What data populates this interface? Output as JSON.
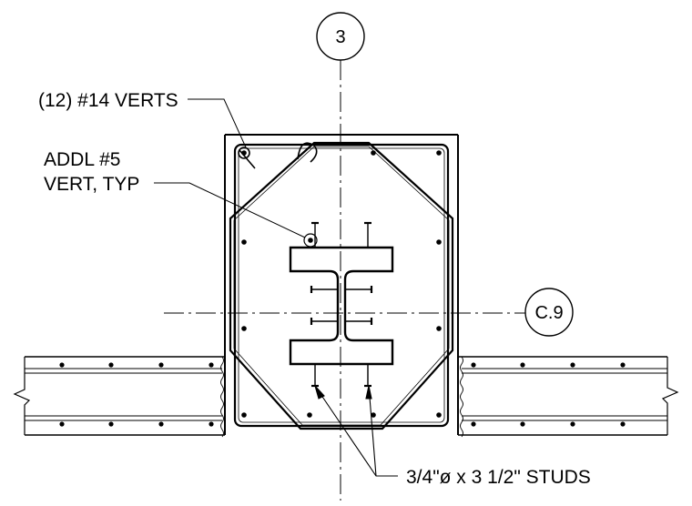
{
  "grid_bubbles": {
    "vertical": "3",
    "horizontal": "C.9"
  },
  "labels": {
    "verts": "(12) #14 VERTS",
    "addl_line1": "ADDL #5",
    "addl_line2": "VERT, TYP",
    "studs": "3/4\"ø x 3 1/2\" STUDS"
  },
  "colors": {
    "line": "#000000",
    "background": "#ffffff"
  }
}
